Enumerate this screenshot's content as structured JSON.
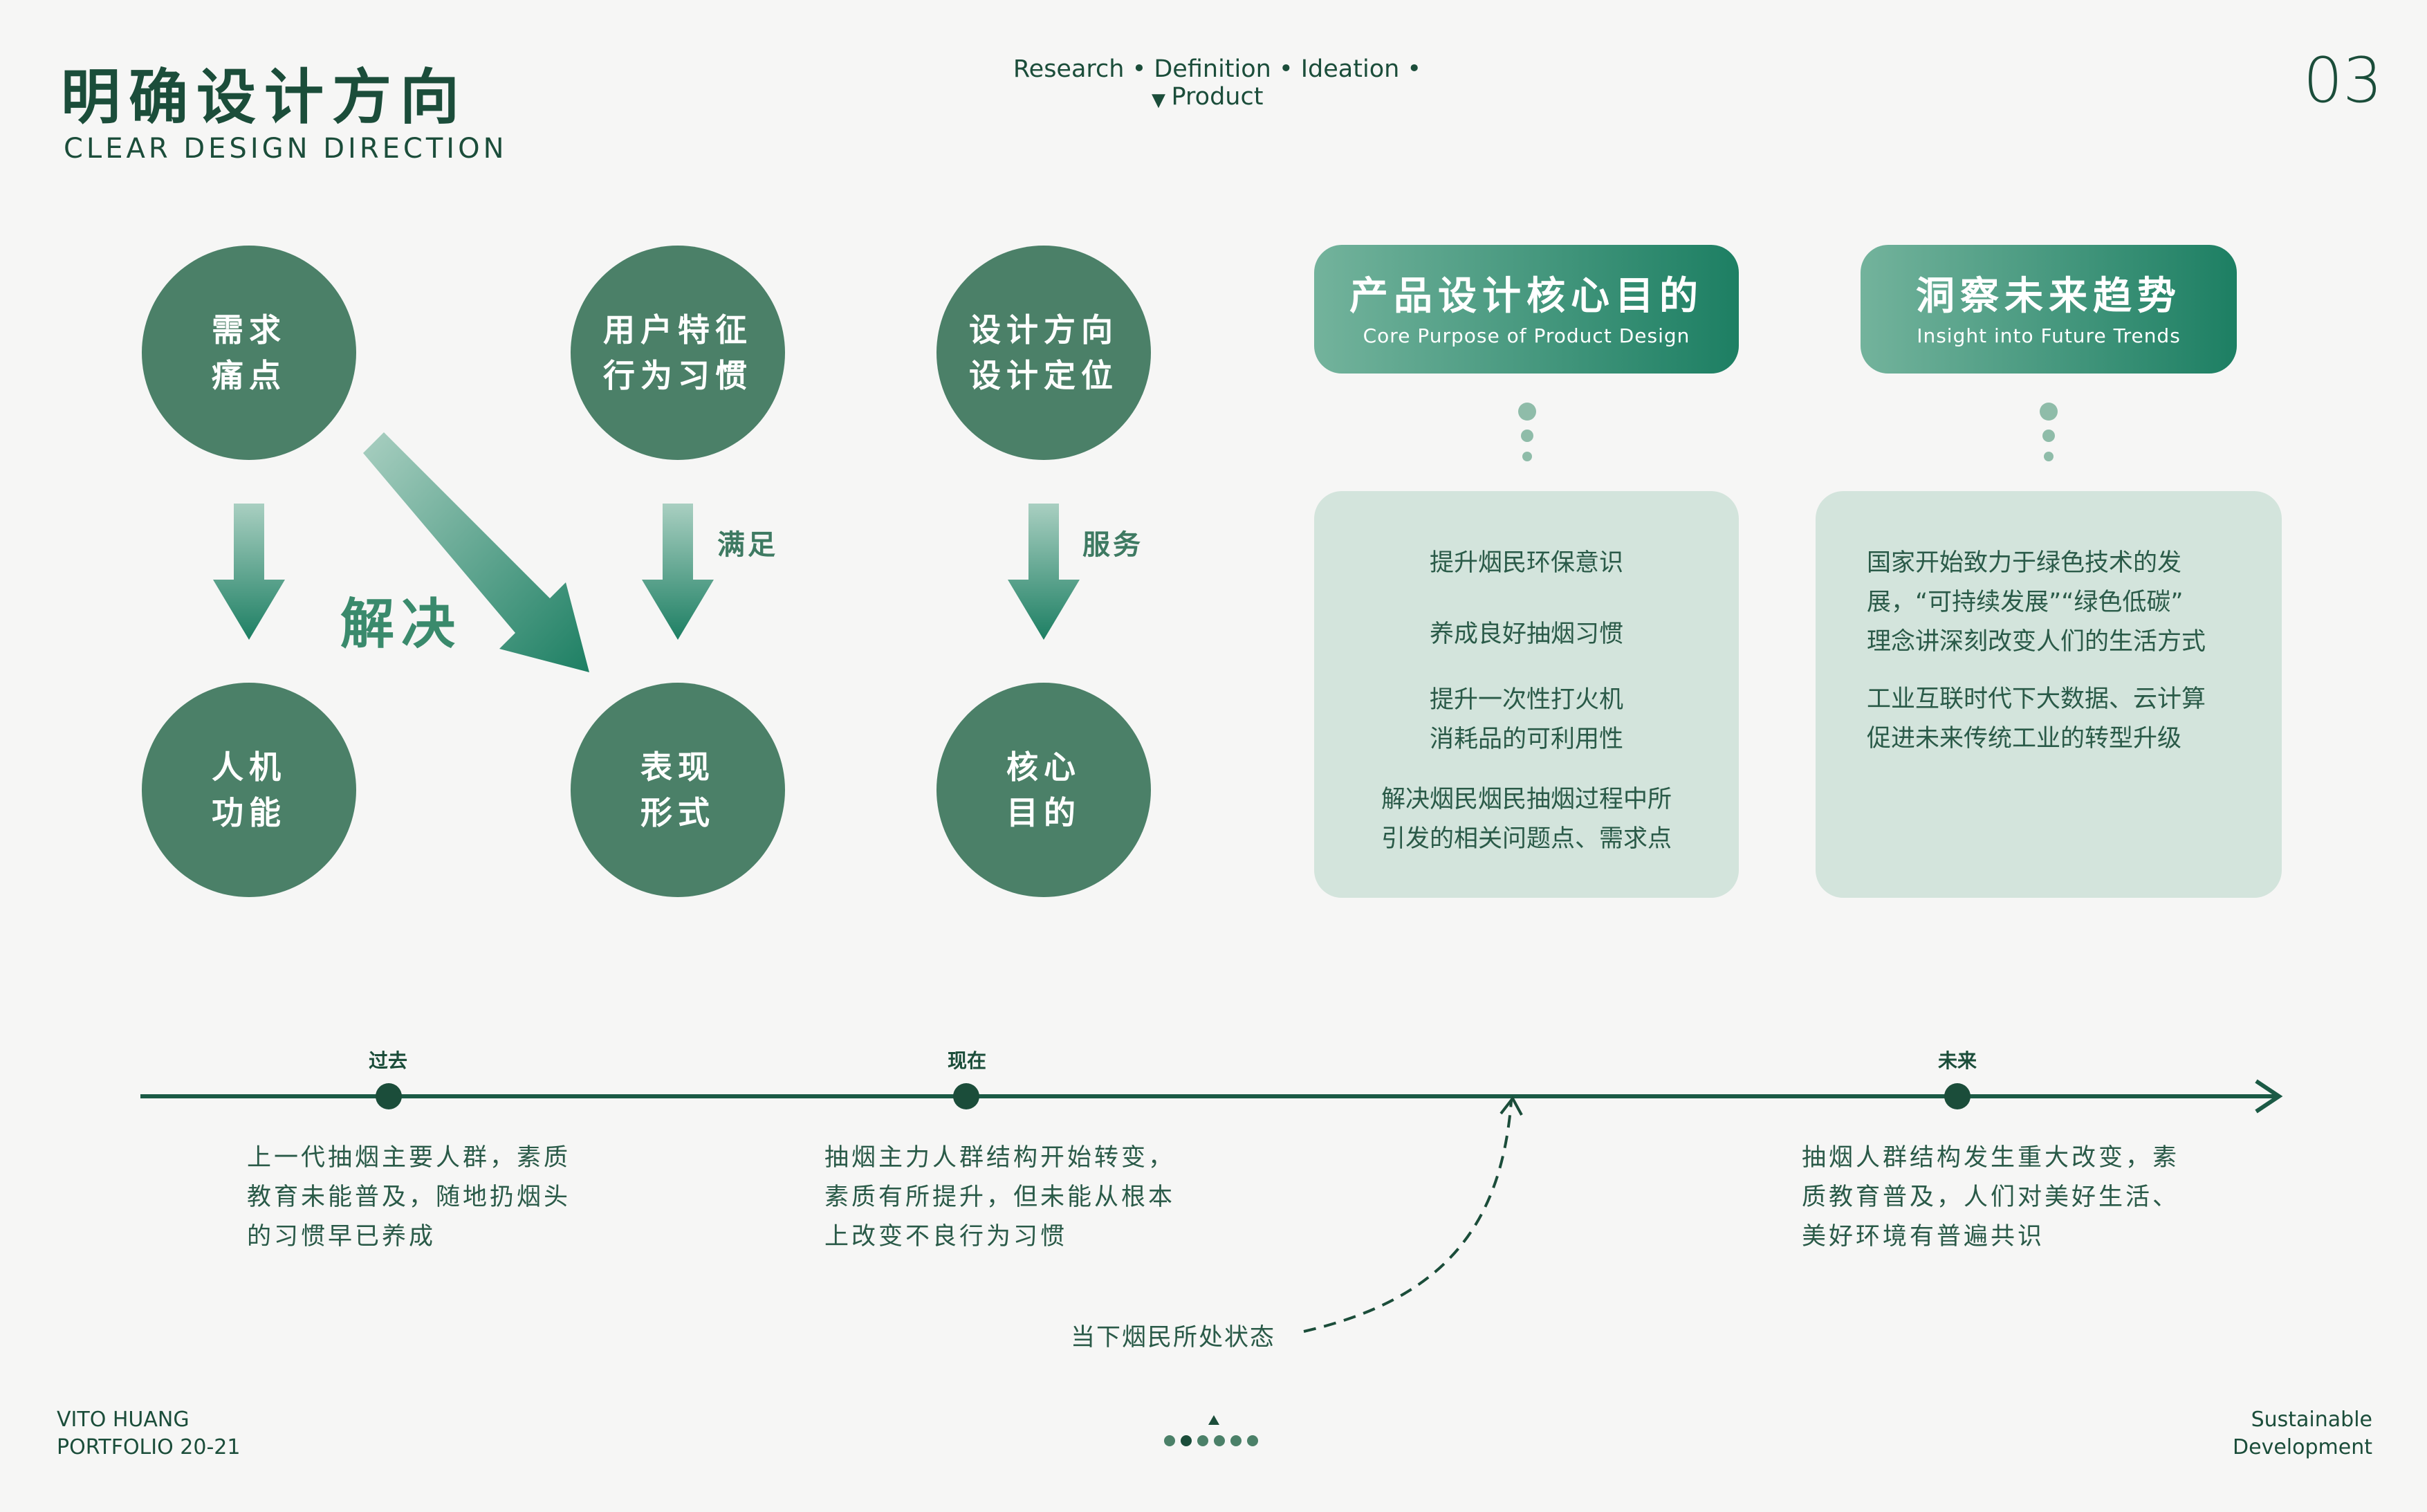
{
  "header": {
    "title_cn": "明确设计方向",
    "title_en": "CLEAR DESIGN DIRECTION",
    "nav": "Research • Definition • Ideation • Product",
    "page_number": "03"
  },
  "circles": {
    "c1": "需求\n痛点",
    "c2": "用户特征\n行为习惯",
    "c3": "设计方向\n设计定位",
    "c4": "人机\n功能",
    "c5": "表现\n形式",
    "c6": "核心\n目的"
  },
  "labels": {
    "solve": "解决",
    "satisfy": "满足",
    "serve": "服务"
  },
  "purpose_box": {
    "title": "产品设计核心目的",
    "subtitle": "Core Purpose of Product Design",
    "items": [
      "提升烟民环保意识",
      "养成良好抽烟习惯",
      "提升一次性打火机",
      "消耗品的可利用性",
      "解决烟民烟民抽烟过程中所",
      "引发的相关问题点、需求点"
    ]
  },
  "trend_box": {
    "title": "洞察未来趋势",
    "subtitle": "Insight into Future Trends",
    "items": [
      "国家开始致力于绿色技术的发",
      "展，“可持续发展”“绿色低碳”",
      "理念讲深刻改变人们的生活方式",
      "工业互联时代下大数据、云计算",
      "促进未来传统工业的转型升级"
    ]
  },
  "timeline": {
    "past_label": "过去",
    "now_label": "现在",
    "future_label": "未来",
    "past_text": [
      "上一代抽烟主要人群，素质",
      "教育未能普及，随地扔烟头",
      "的习惯早已养成"
    ],
    "now_text": [
      "抽烟主力人群结构开始转变，",
      "素质有所提升，但未能从根本",
      "上改变不良行为习惯"
    ],
    "future_text": [
      "抽烟人群结构发生重大改变，素",
      "质教育普及，人们对美好生活、",
      "美好环境有普遍共识"
    ],
    "current_status": "当下烟民所处状态"
  },
  "footer": {
    "author": "VITO HUANG",
    "portfolio": "PORTFOLIO 20-21",
    "section_line1": "Sustainable",
    "section_line2": "Development"
  },
  "colors": {
    "primary": "#1b4d3a",
    "circle": "#4b8068",
    "accent": "#1d7f63",
    "box_bg": "#d3e4dc",
    "background": "#f6f6f5"
  }
}
